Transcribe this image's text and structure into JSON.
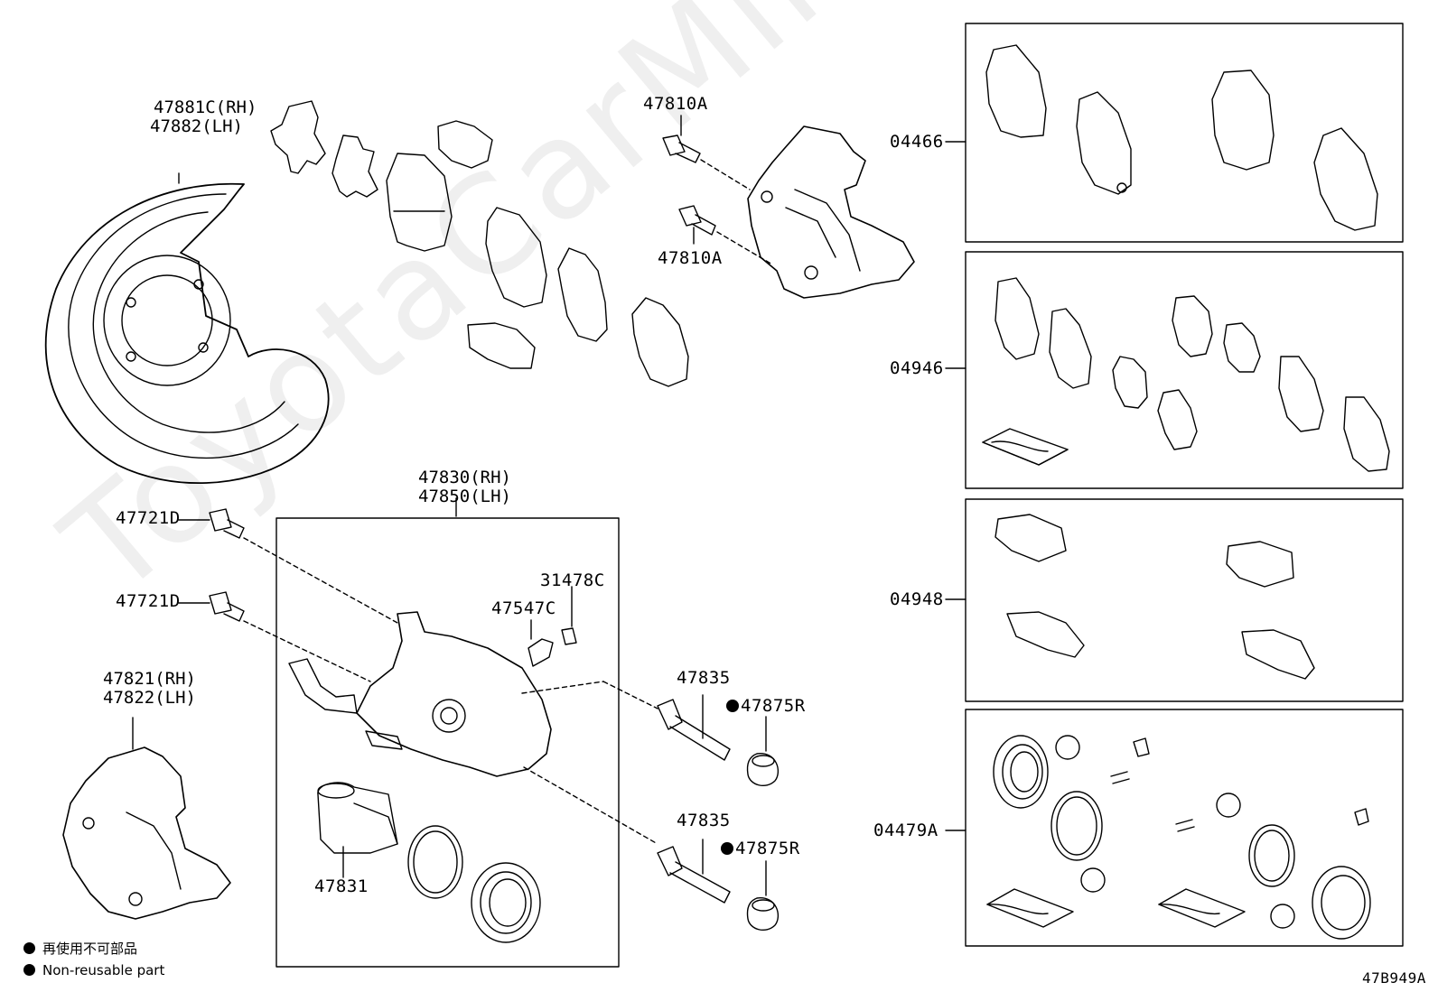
{
  "watermark": "ToyotaCarMine.ru",
  "diagram_code": "47B949A",
  "legend": {
    "jp": "再使用不可部品",
    "en": "Non-reusable part"
  },
  "labels": {
    "dust_cover_rh": "47881C(RH)",
    "dust_cover_lh": "47882(LH)",
    "bolt_47810a_top": "47810A",
    "bolt_47810a_bottom": "47810A",
    "kit_04466": "04466",
    "kit_04946": "04946",
    "kit_04948": "04948",
    "kit_04479a": "04479A",
    "caliper_rh": "47830(RH)",
    "caliper_lh": "47850(LH)",
    "bolt_47721d_top": "47721D",
    "bolt_47721d_bottom": "47721D",
    "bleeder_cap": "31478C",
    "bleeder_plug": "47547C",
    "mounting_rh": "47821(RH)",
    "mounting_lh": "47822(LH)",
    "pin_top": "47835",
    "boot_top": "47875R",
    "pin_bottom": "47835",
    "boot_bottom": "47875R",
    "piston": "47831"
  }
}
